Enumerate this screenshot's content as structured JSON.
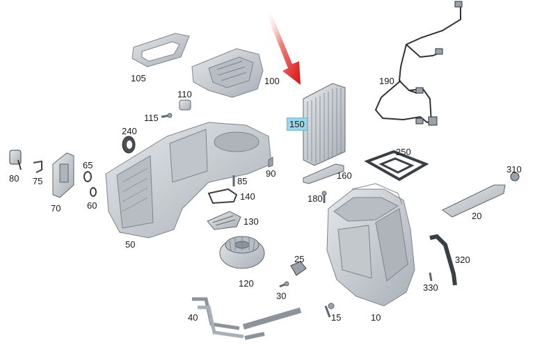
{
  "diagram": {
    "highlighted_part": "150",
    "colors": {
      "part_fill": "#c9ced4",
      "part_stroke": "#7c838b",
      "part_dark": "#9aa1a9",
      "arrow": "#e01818",
      "highlight": "#9fd3e6"
    },
    "labels": {
      "p10": "10",
      "p15": "15",
      "p20": "20",
      "p25": "25",
      "p30": "30",
      "p40": "40",
      "p50": "50",
      "p60": "60",
      "p65": "65",
      "p70": "70",
      "p75": "75",
      "p80": "80",
      "p85": "85",
      "p90": "90",
      "p100": "100",
      "p105": "105",
      "p110": "110",
      "p115": "115",
      "p120": "120",
      "p130": "130",
      "p140": "140",
      "p150": "150",
      "p160": "160",
      "p180": "180",
      "p190": "190",
      "p240": "240",
      "p250": "250",
      "p310": "310",
      "p320": "320",
      "p330": "330"
    }
  }
}
